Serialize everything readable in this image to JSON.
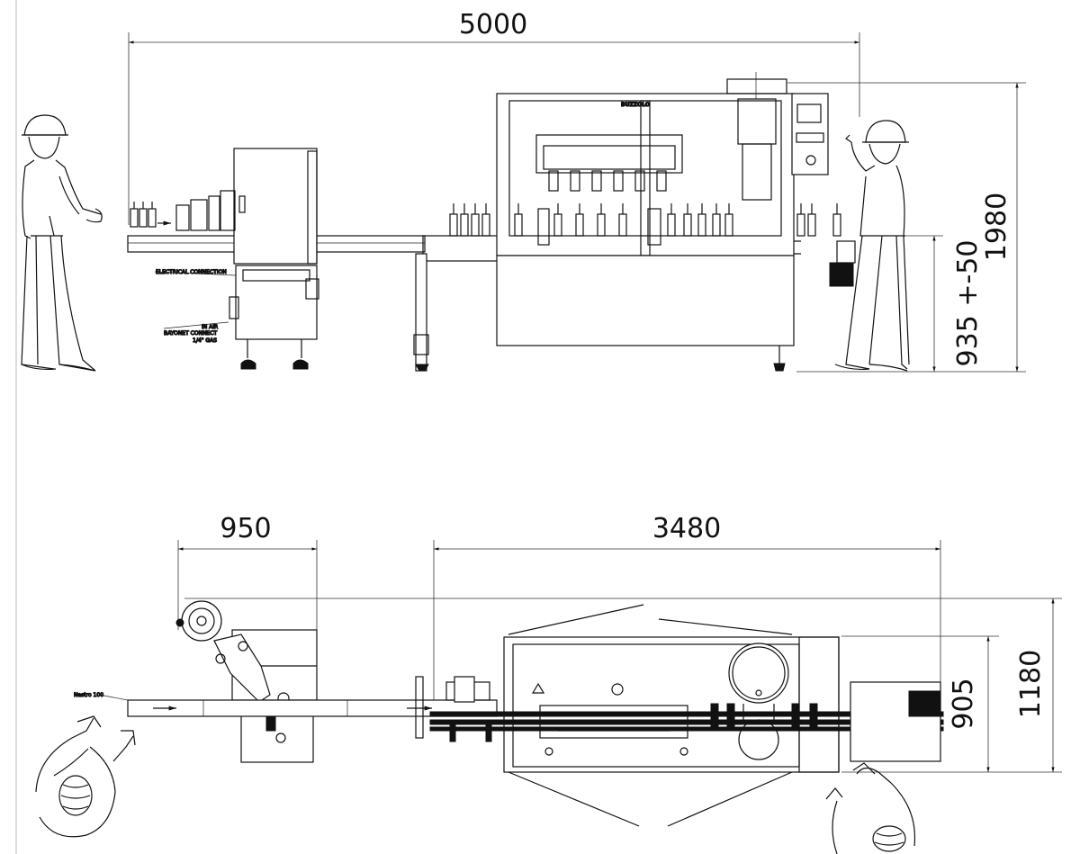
{
  "dimensions": {
    "overall_length": "5000",
    "total_height": "1980",
    "conveyor_height": "935 +-50",
    "labeler_width": "950",
    "filler_length": "3480",
    "filler_depth": "905",
    "overall_depth": "1180"
  },
  "annotations": {
    "electrical": "ELECTRICAL CONNECTION",
    "air_in": "IN AIR",
    "bayonet": "BAYONET CONNECT",
    "gas": "1/4\" GAS",
    "nastro": "Nastro 100",
    "brand": "BUZZOLO"
  }
}
